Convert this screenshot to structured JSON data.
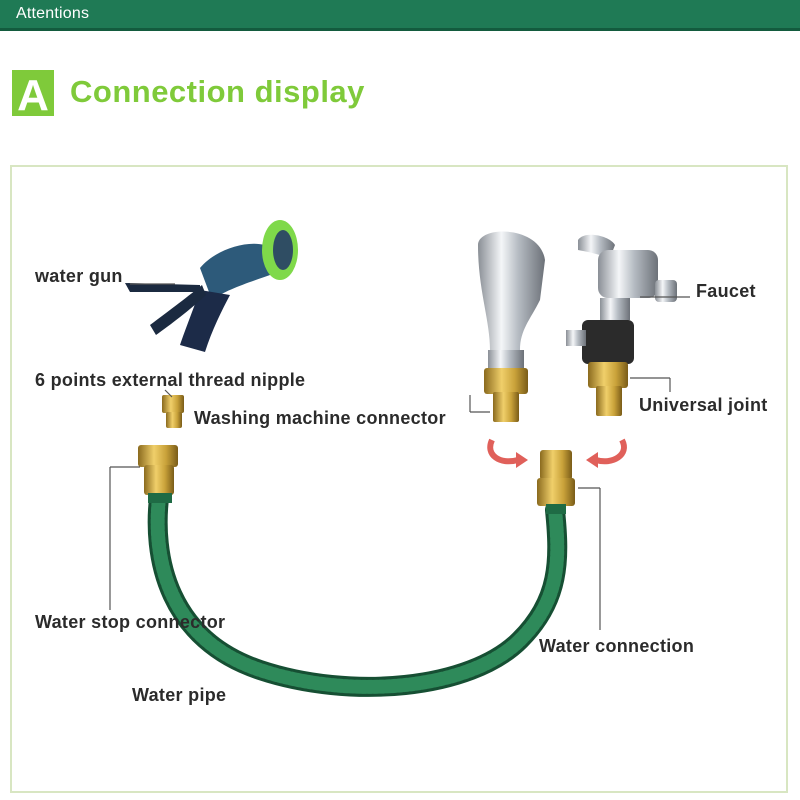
{
  "header": {
    "title": "Attentions"
  },
  "section": {
    "letter": "A",
    "title": "Connection display"
  },
  "labels": {
    "water_gun": "water gun",
    "nipple": "6 points external thread nipple",
    "washing_machine_connector": "Washing machine connector",
    "faucet": "Faucet",
    "universal_joint": "Universal joint",
    "water_stop_connector": "Water stop connector",
    "water_connection": "Water connection",
    "water_pipe": "Water pipe"
  },
  "colors": {
    "header_bg": "#1f7a55",
    "accent_green": "#7fca3a",
    "hose_green": "#1f6b45",
    "brass": "#c9a23a",
    "arrow_red": "#e0605a"
  },
  "icons": [
    "water-gun-icon",
    "faucet-icon",
    "brass-connector-icon",
    "hose-icon",
    "arrow-icon"
  ]
}
